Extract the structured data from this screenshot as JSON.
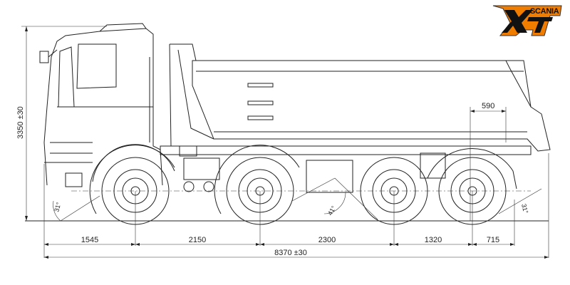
{
  "logo": {
    "brand": "SCANIA",
    "model": "XT",
    "accent_color": "#f07d00"
  },
  "dimensions": {
    "height": "3350 ±30",
    "rear_overhang_top": "590",
    "front_overhang": "1545",
    "wheelbase_1": "2150",
    "wheelbase_2": "2300",
    "wheelbase_3": "1320",
    "rear_overhang": "715",
    "overall_length": "8370 ±30"
  },
  "angles": {
    "approach": "31°",
    "ramp": "41°",
    "departure": "31°"
  }
}
